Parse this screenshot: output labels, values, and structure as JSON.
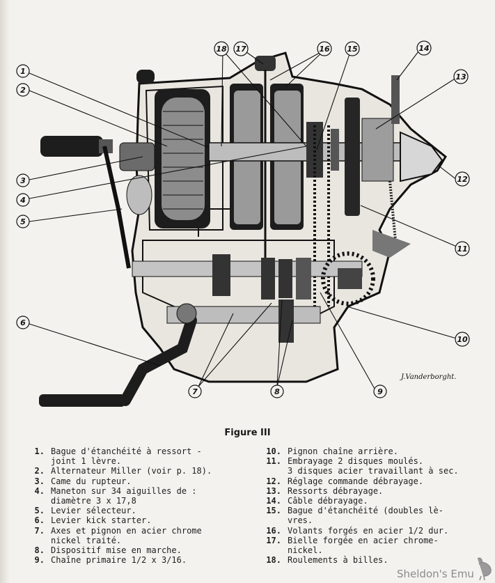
{
  "callouts": [
    "1",
    "2",
    "3",
    "4",
    "5",
    "6",
    "7",
    "8",
    "9",
    "10",
    "11",
    "12",
    "13",
    "14",
    "15",
    "16",
    "17",
    "18"
  ],
  "signature": "J.Vanderborght.",
  "figure_title": "Figure III",
  "legend_left": [
    {
      "num": "1.",
      "text": "Bague d'étanchéité à ressort -\njoint 1 lèvre."
    },
    {
      "num": "2.",
      "text": "Alternateur Miller (voir p. 18)."
    },
    {
      "num": "3.",
      "text": "Came du rupteur."
    },
    {
      "num": "4.",
      "text": "Maneton sur 34 aiguilles de :\ndiamètre 3 x 17,8"
    },
    {
      "num": "5.",
      "text": "Levier sélecteur."
    },
    {
      "num": "6.",
      "text": "Levier kick starter."
    },
    {
      "num": "7.",
      "text": "Axes et pignon en acier chrome\nnickel traité."
    },
    {
      "num": "8.",
      "text": "Dispositif mise en marche."
    },
    {
      "num": "9.",
      "text": "Chaîne primaire 1/2 x 3/16."
    }
  ],
  "legend_right": [
    {
      "num": "10.",
      "text": "Pignon chaîne arrière."
    },
    {
      "num": "11.",
      "text": "Embrayage 2 disques moulés.\n3 disques acier travaillant à sec."
    },
    {
      "num": "12.",
      "text": "Réglage commande débrayage."
    },
    {
      "num": "13.",
      "text": "Ressorts débrayage."
    },
    {
      "num": "14.",
      "text": "Câble débrayage."
    },
    {
      "num": "15.",
      "text": "Bague d'étanchéité (doubles lè-\nvres."
    },
    {
      "num": "16.",
      "text": "Volants forgés en acier 1/2 dur."
    },
    {
      "num": "17.",
      "text": "Bielle forgée en acier chrome-\nnickel."
    },
    {
      "num": "18.",
      "text": "Roulements à billes."
    }
  ],
  "watermark": "Sheldon's Emu"
}
